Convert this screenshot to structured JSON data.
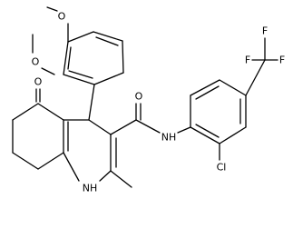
{
  "structure": {
    "atoms": {
      "O_methoxy_top": "O",
      "O_methoxy_left": "O",
      "O_ketone": "O",
      "O_amide": "O",
      "NH_amide": "NH",
      "NH_ring": "NH",
      "Cl": "Cl",
      "F_top": "F",
      "F_left": "F",
      "F_right": "F"
    }
  }
}
